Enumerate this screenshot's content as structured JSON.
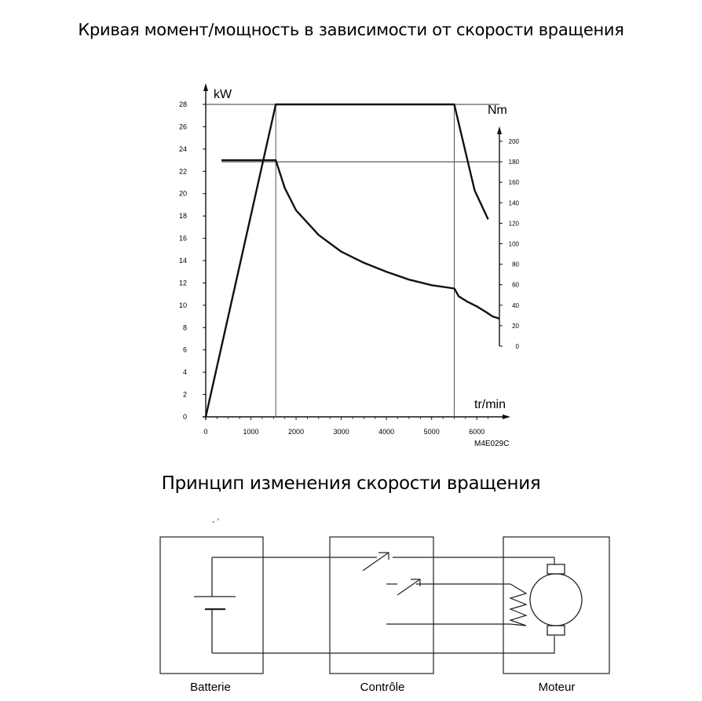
{
  "chart_title": "Кривая момент/мощность в зависимости от скорости вращения",
  "diagram_title": "Принцип изменения скорости вращения",
  "chart_data": {
    "type": "line",
    "left_axis_unit": "kW",
    "right_axis_unit": "Nm",
    "x_axis_unit": "tr/min",
    "reference_code": "M4E029C",
    "x_ticks": [
      "0",
      "1000",
      "2000",
      "3000",
      "4000",
      "5000",
      "6000"
    ],
    "y_left_ticks": [
      "0",
      "2",
      "4",
      "6",
      "8",
      "10",
      "12",
      "14",
      "16",
      "18",
      "20",
      "22",
      "24",
      "26",
      "28"
    ],
    "y_right_ticks": [
      "0",
      "20",
      "40",
      "60",
      "80",
      "100",
      "120",
      "140",
      "160",
      "180",
      "200"
    ],
    "xlim": [
      0,
      6500
    ],
    "ylim_left": [
      0,
      28
    ],
    "ylim_right": [
      0,
      200
    ],
    "series": [
      {
        "axis": "left",
        "x": [
          0,
          1550,
          5500,
          5950,
          6250
        ],
        "y": [
          0,
          28,
          28,
          20.3,
          17.7
        ]
      },
      {
        "axis": "left",
        "x": [
          350,
          1550,
          1750,
          2000,
          2500,
          3000,
          3500,
          4000,
          4500,
          5000,
          5500,
          5600,
          5800,
          6000,
          6200,
          6350,
          6500
        ],
        "y": [
          23,
          23,
          20.5,
          18.5,
          16.3,
          14.8,
          13.8,
          13,
          12.3,
          11.8,
          11.5,
          10.8,
          10.3,
          9.9,
          9.4,
          9.0,
          8.8
        ]
      }
    ],
    "reference_lines": {
      "power_max_kW": 28,
      "torque_max_Nm": 180,
      "base_speed": 1550,
      "max_power_end_speed": 5500
    }
  },
  "diagram": {
    "blocks": [
      "Batterie",
      "Contrôle",
      "Moteur"
    ]
  }
}
